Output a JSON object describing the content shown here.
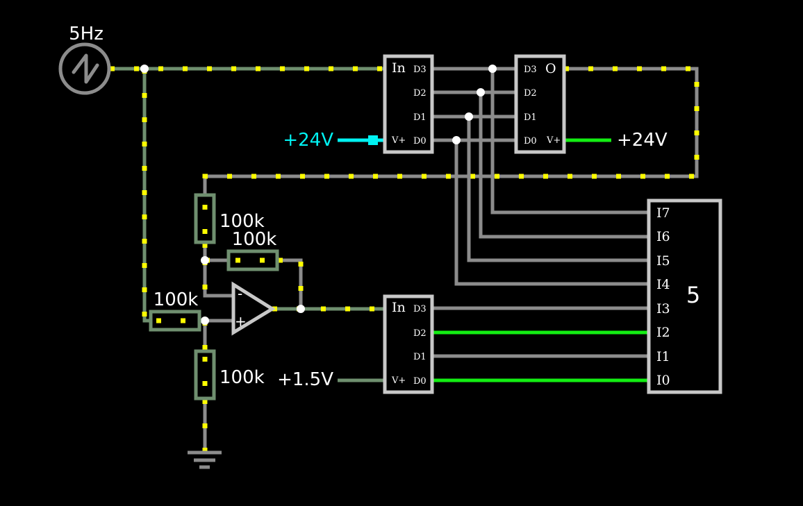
{
  "source": {
    "label": "5Hz"
  },
  "supplies": {
    "top_left": "+24V",
    "top_right": "+24V",
    "bottom_left": "+1.5V"
  },
  "resistors": {
    "r1": "100k",
    "r2": "100k",
    "r3": "100k",
    "r4": "100k"
  },
  "opamp": {
    "minus": "-",
    "plus": "+"
  },
  "adc_top": {
    "in_label": "In",
    "vplus_label": "V+",
    "pins": [
      "D3",
      "D2",
      "D1",
      "D0"
    ]
  },
  "latch": {
    "out_label": "O",
    "vplus_label": "V+",
    "pins": [
      "D3",
      "D2",
      "D1",
      "D0"
    ]
  },
  "adc_bottom": {
    "in_label": "In",
    "vplus_label": "V+",
    "pins": [
      "D3",
      "D2",
      "D1",
      "D0"
    ]
  },
  "display": {
    "inputs": [
      "I7",
      "I6",
      "I5",
      "I4",
      "I3",
      "I2",
      "I1",
      "I0"
    ],
    "value": "5"
  },
  "colors": {
    "wire_off": "#8c8c8c",
    "wire_low": "#6f8f6f",
    "wire_high": "#13ee13",
    "wire_supply_alt": "#00f2f2",
    "current_dots": "#ffff00"
  }
}
